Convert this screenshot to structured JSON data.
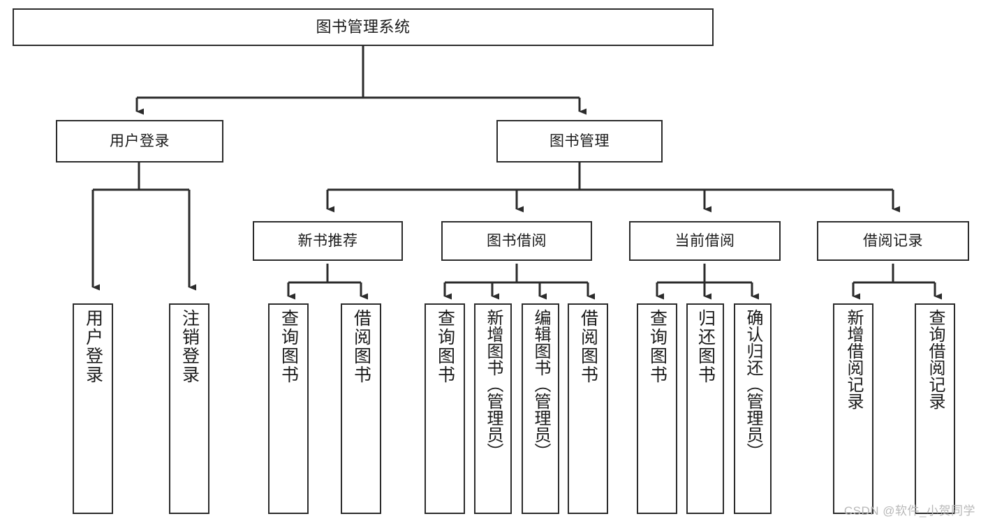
{
  "diagram": {
    "title": "图书管理系统",
    "type": "tree",
    "stroke_color": "#2b2b2b",
    "fill_color": "#ffffff",
    "text_color": "#1a1a1a"
  },
  "root": {
    "label": "图书管理系统"
  },
  "level1": [
    {
      "label": "用户登录"
    },
    {
      "label": "图书管理"
    }
  ],
  "level2": [
    {
      "label": "新书推荐"
    },
    {
      "label": "图书借阅"
    },
    {
      "label": "当前借阅"
    },
    {
      "label": "借阅记录"
    }
  ],
  "leaves": {
    "user_login": [
      {
        "label": "用户登录"
      },
      {
        "label": "注销登录"
      }
    ],
    "new_book_recommend": [
      {
        "label": "查询图书"
      },
      {
        "label": "借阅图书"
      }
    ],
    "book_borrow": [
      {
        "label": "查询图书"
      },
      {
        "label": "新增图书（管理员）"
      },
      {
        "label": "编辑图书（管理员）"
      },
      {
        "label": "借阅图书"
      }
    ],
    "current_borrow": [
      {
        "label": "查询图书"
      },
      {
        "label": "归还图书"
      },
      {
        "label": "确认归还（管理员）"
      }
    ],
    "borrow_record": [
      {
        "label": "新增借阅记录"
      },
      {
        "label": "查询借阅记录"
      }
    ]
  },
  "watermark": {
    "text": "CSDN @软件_小贺同学"
  }
}
